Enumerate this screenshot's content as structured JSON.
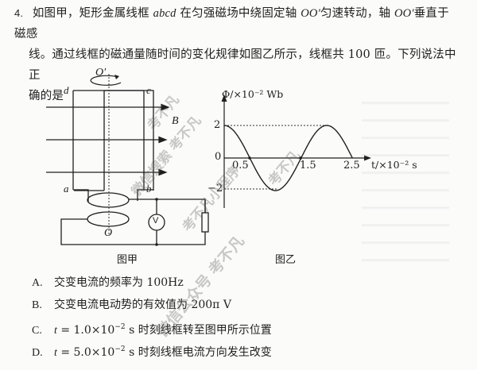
{
  "question": {
    "number": "4.",
    "line1_a": "如图甲，矩形金属线框 ",
    "line1_abcd": "abcd",
    "line1_b": " 在匀强磁场中绕固定轴 ",
    "line1_oo1": "OO′",
    "line1_c": "匀速转动，轴 ",
    "line1_oo2": "OO′",
    "line1_d": "垂直于磁感",
    "line2": "线。通过线框的磁通量随时间的变化规律如图乙所示，线框共 100 匝。下列说法中正",
    "line3": "确的是"
  },
  "figure_jia": {
    "caption": "图甲",
    "labels": {
      "O_prime": "O′",
      "O": "O",
      "a": "a",
      "b": "b",
      "c": "c",
      "d": "d",
      "B": "B",
      "voltmeter": "V"
    }
  },
  "figure_yi": {
    "caption": "图乙",
    "y_label": "Φ/×10⁻² Wb",
    "x_label": "t/×10⁻² s",
    "y_ticks": [
      "2",
      "0",
      "−2"
    ],
    "x_ticks": [
      "0.5",
      "1.5",
      "2.5"
    ]
  },
  "options": [
    {
      "letter": "A.",
      "text": "交变电流的频率为 100Hz"
    },
    {
      "letter": "B.",
      "text": "交变电流电动势的有效值为 200π V"
    },
    {
      "letter": "C.",
      "pre": "t",
      "eq": " = 1.0×10",
      "exp": "−2",
      "text": " s 时刻线框转至图甲所示位置"
    },
    {
      "letter": "D.",
      "pre": "t",
      "eq": " = 5.0×10",
      "exp": "−2",
      "text": " s 时刻线框电流方向发生改变"
    }
  ],
  "watermarks": [
    "考不凡",
    "微信搜索 考不凡",
    "考不凡小程序",
    "考不凡",
    "微信公众号 考不凡"
  ],
  "chart_data": {
    "type": "line",
    "title": "",
    "xlabel": "t/×10⁻² s",
    "ylabel": "Φ/×10⁻² Wb",
    "x": [
      0,
      0.25,
      0.5,
      0.75,
      1.0,
      1.25,
      1.5,
      1.75,
      2.0,
      2.25,
      2.5
    ],
    "values": [
      2,
      1.41,
      0,
      -1.41,
      -2,
      -1.41,
      0,
      1.41,
      2,
      1.41,
      0
    ],
    "x_ticks": [
      0.5,
      1.5,
      2.5
    ],
    "y_ticks": [
      -2,
      0,
      2
    ],
    "xlim": [
      0,
      2.8
    ],
    "ylim": [
      -2.8,
      3
    ],
    "grid": false,
    "annotations": [
      "dotted guide lines at Φ = 2 and Φ = −2"
    ],
    "function": "Φ = 2cos(πt)"
  }
}
